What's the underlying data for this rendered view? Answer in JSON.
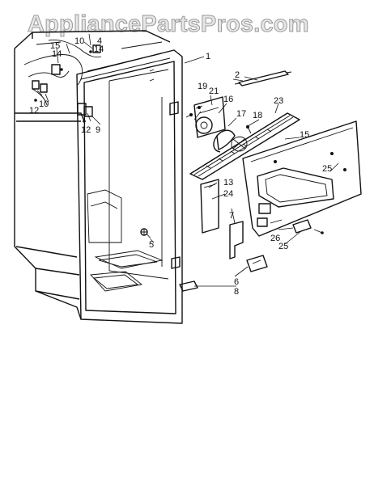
{
  "watermark": "AppliancePartsPros.com",
  "callouts": {
    "c1": "1",
    "c2": "2",
    "c4": "4",
    "c5": "5",
    "c6": "6",
    "c7": "7",
    "c8": "8",
    "c9": "9",
    "c10a": "10",
    "c10b": "10",
    "c12a": "12",
    "c12b": "12",
    "c13": "13",
    "c14a": "14",
    "c14b": "14",
    "c15a": "15",
    "c15b": "15",
    "c16": "16",
    "c17": "17",
    "c18": "18",
    "c19": "19",
    "c21": "21",
    "c23": "23",
    "c24": "24",
    "c25a": "25",
    "c25b": "25",
    "c26": "26"
  }
}
